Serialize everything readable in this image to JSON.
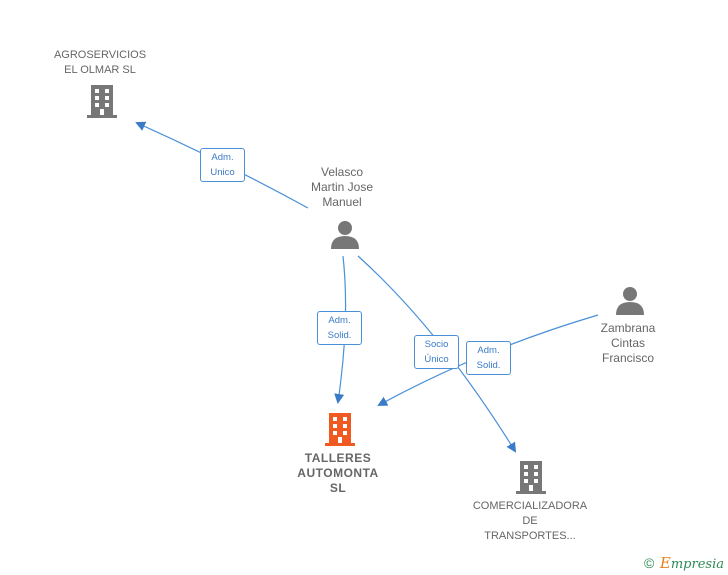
{
  "nodes": {
    "agroservicios": {
      "label": "AGROSERVICIOS\nEL OLMAR SL",
      "icon": "building-icon",
      "color": "#777777"
    },
    "velasco": {
      "label": "Velasco\nMartin Jose\nManuel",
      "icon": "person-icon",
      "color": "#777777"
    },
    "zambrana": {
      "label": "Zambrana\nCintas\nFrancisco",
      "icon": "person-icon",
      "color": "#777777"
    },
    "talleres": {
      "label": "TALLERES\nAUTOMONTA\nSL",
      "icon": "building-icon",
      "color": "#f05a22"
    },
    "comercializadora": {
      "label": "COMERCIALIZADORA\nDE\nTRANSPORTES...",
      "icon": "building-icon",
      "color": "#777777"
    }
  },
  "edges": {
    "adm_unico": "Adm.\nUnico",
    "adm_solid_velasco": "Adm.\nSolid.",
    "socio_unico": "Socio\nÚnico",
    "adm_solid_zambrana": "Adm.\nSolid."
  },
  "footer": {
    "copyright": "©",
    "brand_first": "E",
    "brand_rest": "mpresia"
  },
  "colors": {
    "edge": "#4a90d9",
    "text": "#666666",
    "focus": "#f05a22"
  }
}
